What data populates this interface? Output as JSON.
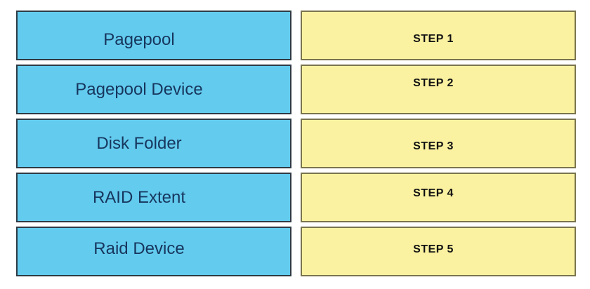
{
  "colors": {
    "page-bg": "#ffffff",
    "left-fill": "#63cbee",
    "left-border": "#2e3a44",
    "left-text": "#17365d",
    "right-fill": "#fbf2a1",
    "right-border": "#7a744e",
    "right-text": "#121212"
  },
  "left_column": {
    "items": [
      {
        "label": "Pagepool"
      },
      {
        "label": "Pagepool Device"
      },
      {
        "label": "Disk Folder"
      },
      {
        "label": "RAID Extent"
      },
      {
        "label": "Raid Device"
      }
    ]
  },
  "right_column": {
    "items": [
      {
        "label": "STEP 1"
      },
      {
        "label": "STEP 2"
      },
      {
        "label": "STEP 3"
      },
      {
        "label": "STEP 4"
      },
      {
        "label": "STEP 5"
      }
    ]
  }
}
